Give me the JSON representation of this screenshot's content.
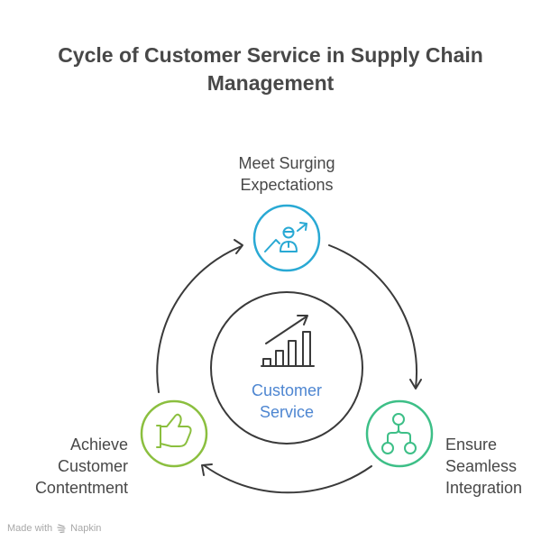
{
  "title": {
    "line1": "Cycle of Customer Service in Supply Chain",
    "line2": "Management"
  },
  "center": {
    "label_line1": "Customer",
    "label_line2": "Service",
    "icon": "bar-chart-growth-icon",
    "color": "#4e86d1"
  },
  "nodes": [
    {
      "id": "meet-surging-expectations",
      "label_line1": "Meet Surging",
      "label_line2": "Expectations",
      "icon": "person-growth-icon",
      "color": "#29a9d4"
    },
    {
      "id": "ensure-seamless-integration",
      "label_line1": "Ensure",
      "label_line2": "Seamless",
      "label_line3": "Integration",
      "icon": "hierarchy-tree-icon",
      "color": "#3dbf87"
    },
    {
      "id": "achieve-customer-contentment",
      "label_line1": "Achieve",
      "label_line2": "Customer",
      "label_line3": "Contentment",
      "icon": "thumbs-up-icon",
      "color": "#8bbf3f"
    }
  ],
  "flow": [
    "Meet Surging Expectations",
    "Ensure Seamless Integration",
    "Achieve Customer Contentment",
    "Meet Surging Expectations"
  ],
  "footer": {
    "made_with": "Made with",
    "brand": "Napkin"
  }
}
